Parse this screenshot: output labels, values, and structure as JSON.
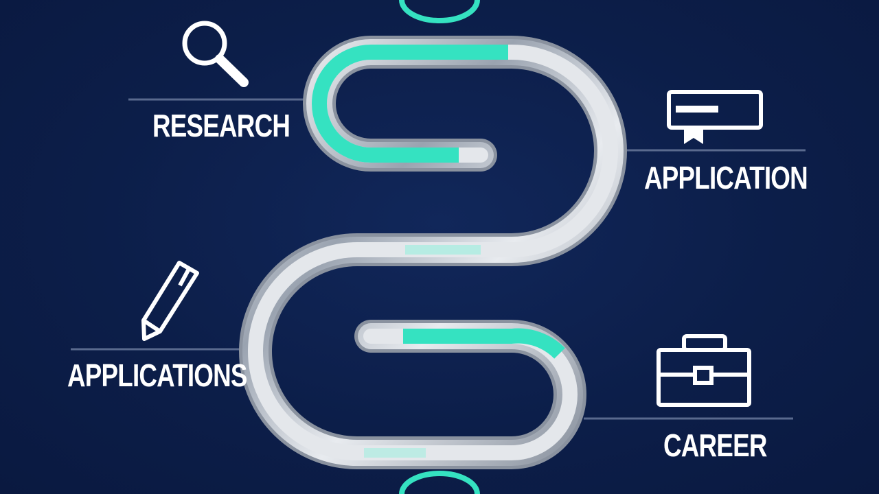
{
  "steps": [
    {
      "label": "RESEARCH",
      "icon": "magnifier-icon"
    },
    {
      "label": "APPLICATION",
      "icon": "certificate-icon"
    },
    {
      "label": "APPLICATIONS",
      "icon": "pen-icon"
    },
    {
      "label": "CAREER",
      "icon": "briefcase-icon"
    }
  ],
  "colors": {
    "background": "#0d1f4a",
    "accent": "#35e2c1",
    "track": "#d9dde3",
    "line": "#5a6a8e",
    "text": "#ffffff"
  }
}
